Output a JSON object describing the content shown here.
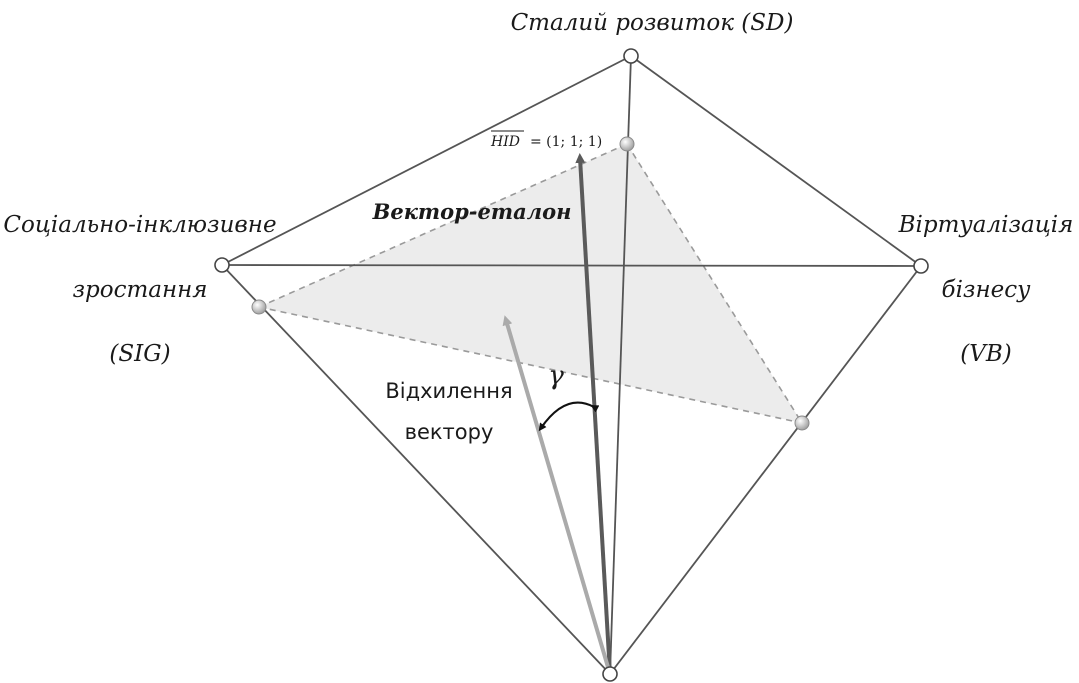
{
  "labels": {
    "sd": "Сталий розвиток (SD)",
    "sig_line1": "Соціально-інклюзивне",
    "sig_line2": "зростання",
    "sig_line3": "(SIG)",
    "vb_line1": "Віртуалізація",
    "vb_line2": "бізнесу",
    "vb_line3": "(VB)",
    "reference_vector": "Вектор-еталон",
    "formula_name": "HID",
    "formula_value": "= (1; 1; 1)",
    "deviation_line1": "Відхилення",
    "deviation_line2": "вектору",
    "angle": "γ"
  },
  "colors": {
    "edges": "#555555",
    "face_fill": "#ececec",
    "dashed": "#9a9a9a",
    "reference_arrow": "#5a5a5a",
    "deviation_arrow": "#aaaaaa",
    "node_fill": "#ffffff",
    "marker_fill": "#c8c8c8"
  }
}
